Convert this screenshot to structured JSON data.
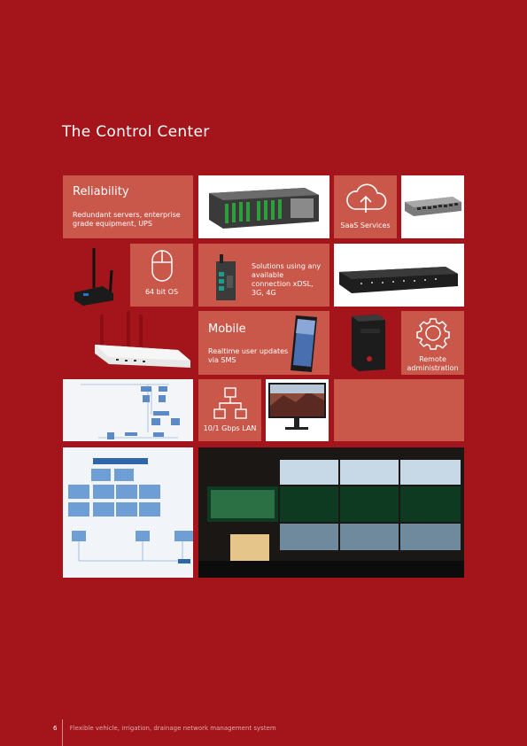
{
  "page": {
    "title": "The Control Center"
  },
  "tiles": {
    "reliability": {
      "heading": "Reliability",
      "text": "Redundant servers, enterprise grade equipment, UPS"
    },
    "saas": {
      "label": "SaaS Services",
      "icon": "cloud-upload-icon"
    },
    "os": {
      "label": "64 bit OS",
      "icon": "mouse-icon"
    },
    "connection": {
      "text": "Solutions using any available connection xDSL, 3G, 4G"
    },
    "mobile": {
      "heading": "Mobile",
      "text": "Realtime user updates via SMS"
    },
    "remote": {
      "label": "Remote administration",
      "icon": "gear-icon"
    },
    "lan": {
      "label": "10/1 Gbps LAN",
      "icon": "network-icon"
    }
  },
  "footer": {
    "page_number": "6",
    "text": "Flexible vehicle, irrigation, drainage network management system"
  }
}
